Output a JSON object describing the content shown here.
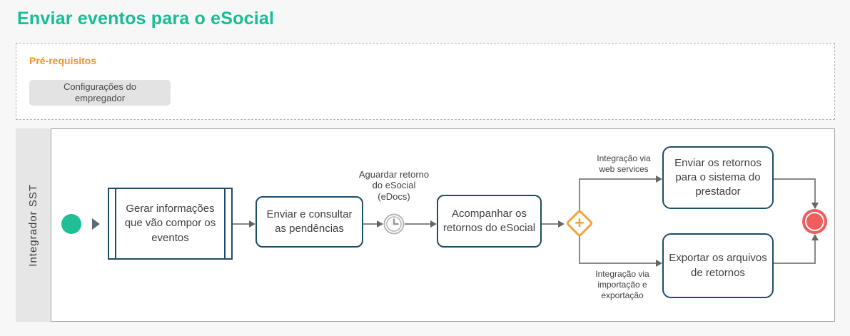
{
  "title": "Enviar eventos para o eSocial",
  "prerequisites": {
    "heading": "Pré-requisitos",
    "button_label": "Configurações do empregador"
  },
  "lane": {
    "label": "Integrador SST"
  },
  "diagram": {
    "tasks": {
      "gerar": "Gerar informações que vão compor os eventos",
      "enviar_consultar": "Enviar e consultar as pendências",
      "acompanhar": "Acompanhar os retornos do eSocial",
      "enviar_retornos": "Enviar os retornos para o sistema do prestador",
      "exportar": "Exportar os arquivos de retornos"
    },
    "events": {
      "timer_label": "Aguardar retorno do eSocial (eDocs)"
    },
    "gateway": {
      "symbol": "+"
    },
    "flow_labels": {
      "web_services": "Integração via web services",
      "import_export": "Integração via importação e exportação"
    }
  },
  "colors": {
    "title_teal": "#17bd95",
    "heading_orange": "#f6921e",
    "task_border_navy": "#1d4d66",
    "gateway_orange": "#f2a33c",
    "start_green": "#1fbe96",
    "end_red": "#f15c5c",
    "flow_gray": "#888888"
  }
}
